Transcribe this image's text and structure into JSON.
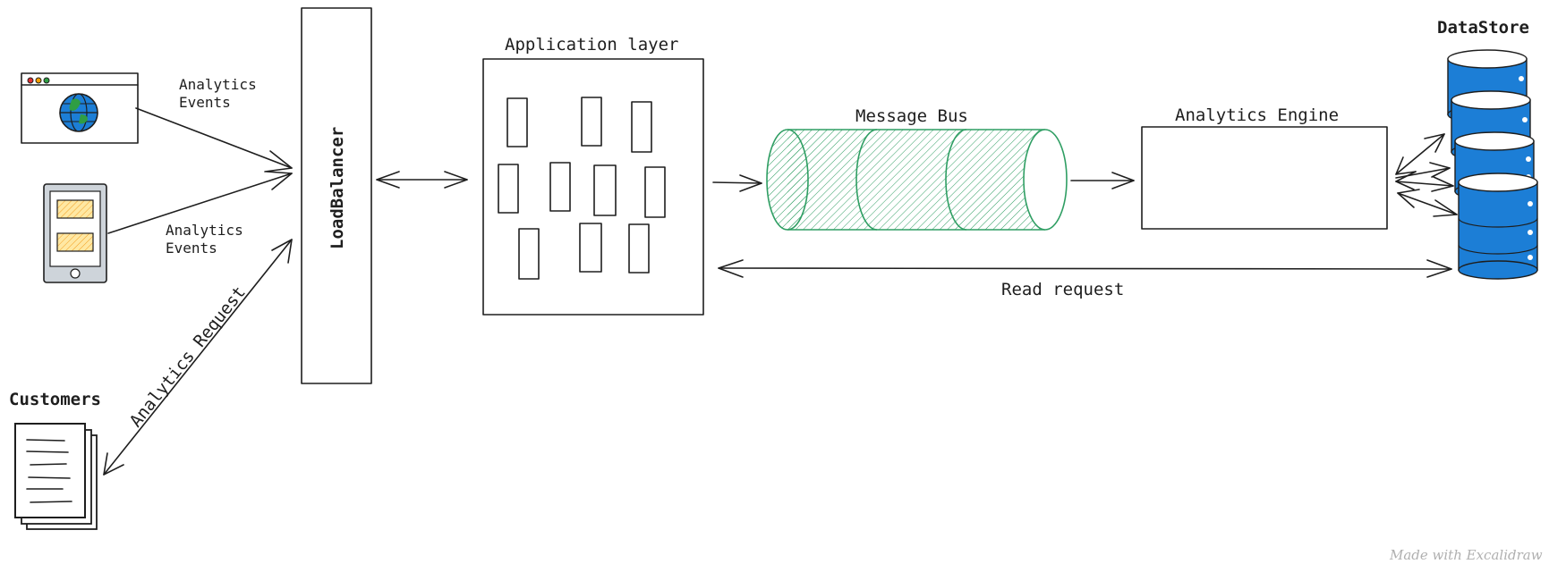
{
  "nodes": {
    "load_balancer": "LoadBalancer",
    "application_layer": "Application layer",
    "message_bus": "Message Bus",
    "analytics_engine": "Analytics Engine",
    "datastore": "DataStore",
    "customers": "Customers"
  },
  "edges": {
    "browser_events_line1": "Analytics",
    "browser_events_line2": "Events",
    "tablet_events_line1": "Analytics",
    "tablet_events_line2": "Events",
    "analytics_request": "Analytics Request",
    "read_request": "Read request"
  },
  "footer": {
    "watermark": "Made with Excalidraw"
  },
  "colors": {
    "ink": "#1e1e1e",
    "bus_green": "#2f9e63",
    "db_blue": "#1c7ed6",
    "db_blue_dark": "#1864ab",
    "globe_blue": "#1c7ed6",
    "globe_green": "#2f9e44",
    "tablet_gray": "#ced4da",
    "panel_fill": "#ffe8a3",
    "panel_hatch": "#f08c00",
    "window_red": "#e03131",
    "window_yellow": "#f59f00",
    "window_green": "#2f9e44"
  }
}
